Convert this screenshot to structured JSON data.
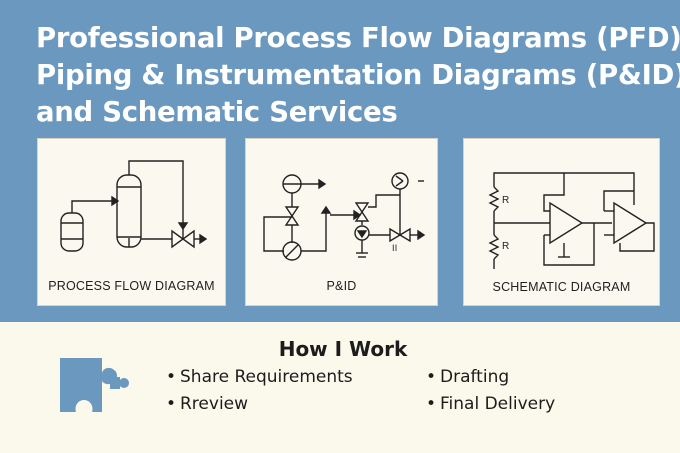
{
  "headline": {
    "line1": "Professional Process Flow Diagrams (PFD),",
    "line2": "Piping & Instrumentation Diagrams (P&ID)",
    "line3": "and Schematic Services"
  },
  "cards": [
    {
      "label": "PROCESS FLOW DIAGRAM"
    },
    {
      "label": "P&ID"
    },
    {
      "label": "SCHEMATIC DIAGRAM"
    }
  ],
  "schematic": {
    "resistor_label_1": "R",
    "resistor_label_2": "R"
  },
  "pid": {
    "tag": "II"
  },
  "how": {
    "title": "How I Work",
    "bullet": "•",
    "steps": [
      "Share Requirements",
      "Drafting",
      "Rreview",
      "Final Delivery"
    ]
  },
  "icons": {
    "puzzle": "puzzle-piece-icon"
  },
  "colors": {
    "banner": "#6a98bf",
    "background": "#fbf8ec",
    "puzzle": "#6a98bf"
  }
}
